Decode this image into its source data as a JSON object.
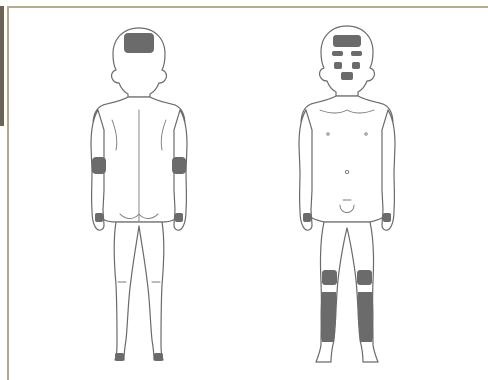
{
  "figure": {
    "views": [
      {
        "id": "back",
        "lesion_sites": [
          "scalp",
          "elbows",
          "knuckles",
          "heels"
        ]
      },
      {
        "id": "front",
        "lesion_sites": [
          "forehead",
          "eyebrows",
          "cheeks",
          "chin",
          "knees",
          "shins",
          "knuckles"
        ]
      }
    ],
    "colors": {
      "outline": "#6a6a6a",
      "lesion": "#6b6b6b",
      "frame": "#b9a98a",
      "background": "#ffffff"
    }
  }
}
